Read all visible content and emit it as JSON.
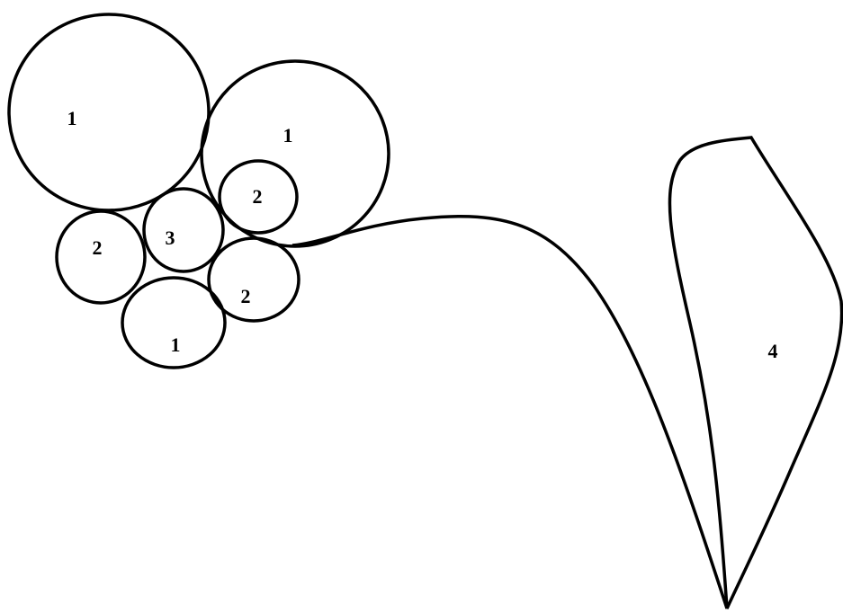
{
  "regions": [
    {
      "id": "circle-top-left",
      "label": "1"
    },
    {
      "id": "circle-top-right",
      "label": "1"
    },
    {
      "id": "circle-inner-upper",
      "label": "2"
    },
    {
      "id": "circle-left",
      "label": "2"
    },
    {
      "id": "circle-center",
      "label": "3"
    },
    {
      "id": "circle-right-lower",
      "label": "2"
    },
    {
      "id": "circle-bottom",
      "label": "1"
    },
    {
      "id": "leaf",
      "label": "4"
    }
  ],
  "colors": {
    "stroke": "#000000",
    "background": "#ffffff",
    "text": "#000000"
  }
}
